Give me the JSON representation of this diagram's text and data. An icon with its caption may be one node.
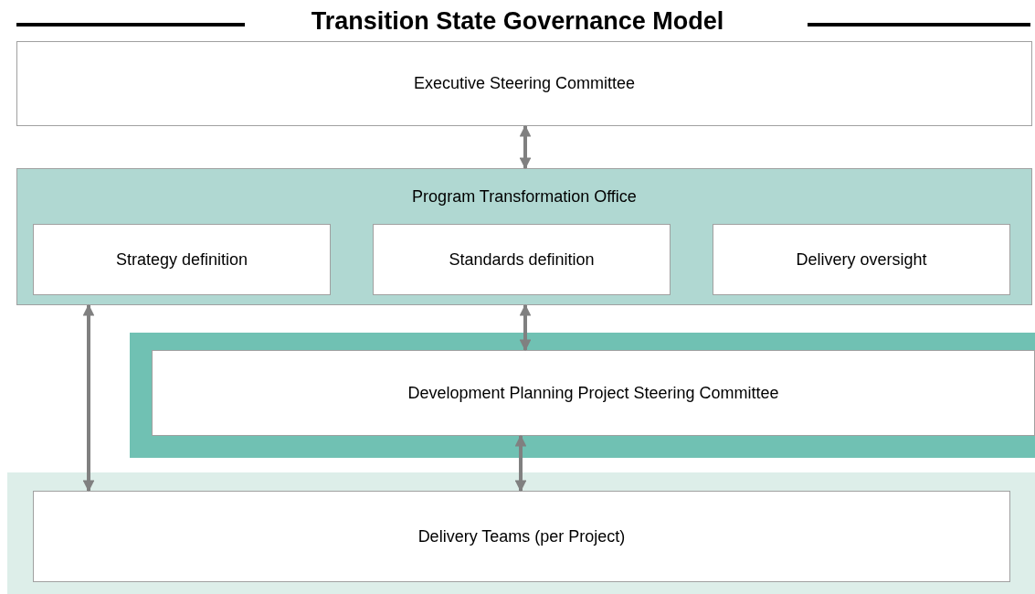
{
  "diagram": {
    "title": "Transition State Governance Model",
    "nodes": [
      {
        "text": [
          "Executive Steering Committee"
        ]
      },
      {
        "text": [
          "Program Transformation Office"
        ]
      },
      {
        "text": [
          "Strategy definition"
        ],
        "in": 1
      },
      {
        "text": [
          "Standards definition"
        ],
        "in": 1
      },
      {
        "text": [
          "Delivery oversight"
        ],
        "in": 1
      },
      {
        "text": [],
        "shape": "box"
      },
      {
        "text": [
          "Development Planning Project Steering Committee"
        ],
        "in": 5
      },
      {
        "text": [],
        "shape": "box"
      },
      {
        "text": [
          "Delivery Teams (per Project)"
        ],
        "in": 7
      }
    ],
    "edges": [
      {
        "from": 0,
        "to": 1,
        "arrow": "both"
      },
      {
        "from": 1,
        "to": 6,
        "arrow": "both"
      },
      {
        "from": 6,
        "to": 8,
        "arrow": "both"
      },
      {
        "from": 1,
        "to": 8,
        "arrow": "both"
      }
    ]
  }
}
